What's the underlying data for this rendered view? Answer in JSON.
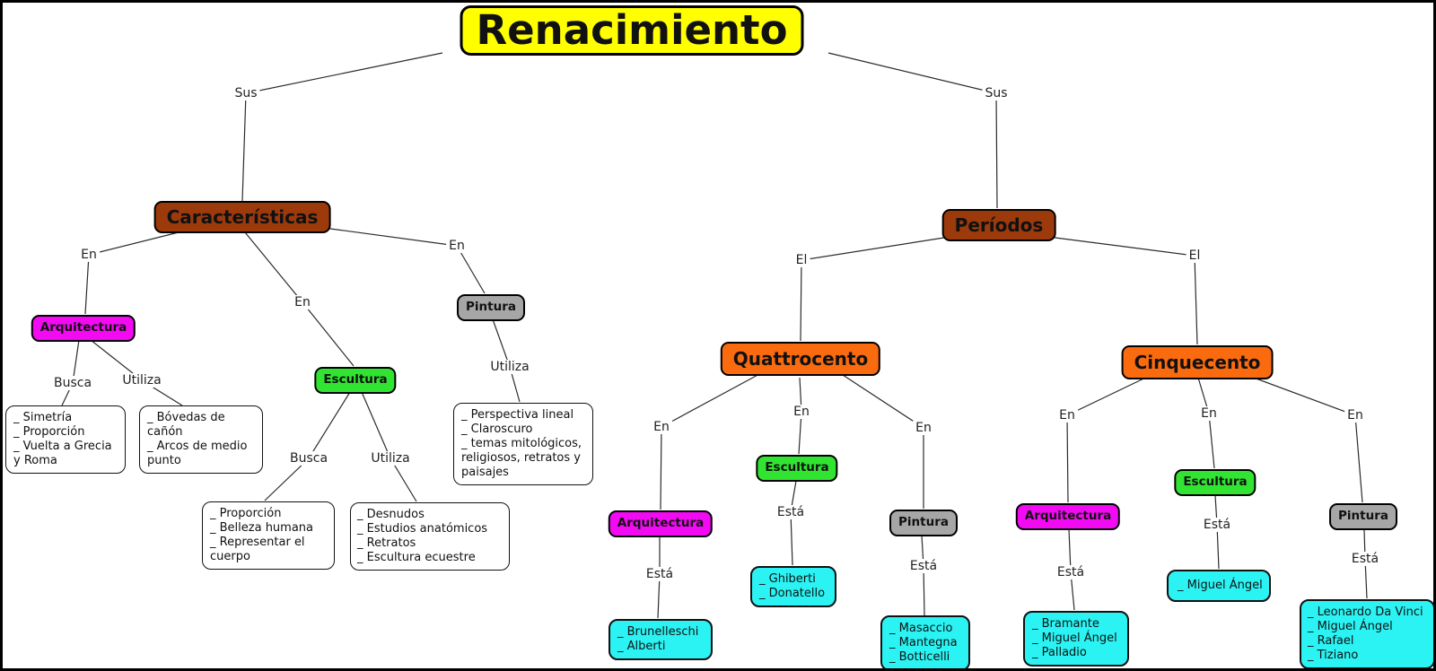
{
  "title": "Renacimiento",
  "link_labels": {
    "sus": "Sus",
    "en": "En",
    "el": "El",
    "busca": "Busca",
    "utiliza": "Utiliza",
    "esta": "Está"
  },
  "concepts": {
    "caracteristicas": "Características",
    "periodos": "Períodos",
    "arquitectura": "Arquitectura",
    "escultura": "Escultura",
    "pintura": "Pintura",
    "quattrocento": "Quattrocento",
    "cinquecento": "Cinquecento"
  },
  "details": {
    "arquitectura_busca": [
      "_ Simetría",
      "_ Proporción",
      "_ Vuelta a Grecia y Roma"
    ],
    "arquitectura_utiliza": [
      "_ Bóvedas de cañón",
      "_ Arcos de medio punto"
    ],
    "escultura_busca": [
      "_ Proporción",
      "_ Belleza humana",
      "_ Representar el cuerpo"
    ],
    "escultura_utiliza": [
      "_ Desnudos",
      "_ Estudios anatómicos",
      "_ Retratos",
      "_ Escultura ecuestre"
    ],
    "pintura_utiliza": [
      "_ Perspectiva lineal",
      "_ Claroscuro",
      "_ temas mitológicos, religiosos, retratos y paisajes"
    ],
    "quattrocento_arquitectura": [
      "_ Brunelleschi",
      "_ Alberti"
    ],
    "quattrocento_escultura": [
      "_ Ghiberti",
      "_ Donatello"
    ],
    "quattrocento_pintura": [
      "_ Masaccio",
      "_ Mantegna",
      "_ Botticelli"
    ],
    "cinquecento_arquitectura": [
      "_ Bramante",
      "_ Miguel Ángel",
      "_ Palladio"
    ],
    "cinquecento_escultura": [
      "_ Miguel Ángel"
    ],
    "cinquecento_pintura": [
      "_ Leonardo Da Vinci",
      "_ Miguel Ángel",
      "_ Rafael",
      "_ Tiziano"
    ]
  },
  "colors": {
    "title_bg": "#FFFF00",
    "branch_bg": "#9C3A0C",
    "period_bg": "#FA6B0F",
    "arquitectura_bg": "#F20AF2",
    "escultura_bg": "#32E432",
    "pintura_bg": "#A6A6A6",
    "detail_bg": "#FFFFFF",
    "artist_bg": "#2BF3F3",
    "line": "#2B2B2B"
  }
}
